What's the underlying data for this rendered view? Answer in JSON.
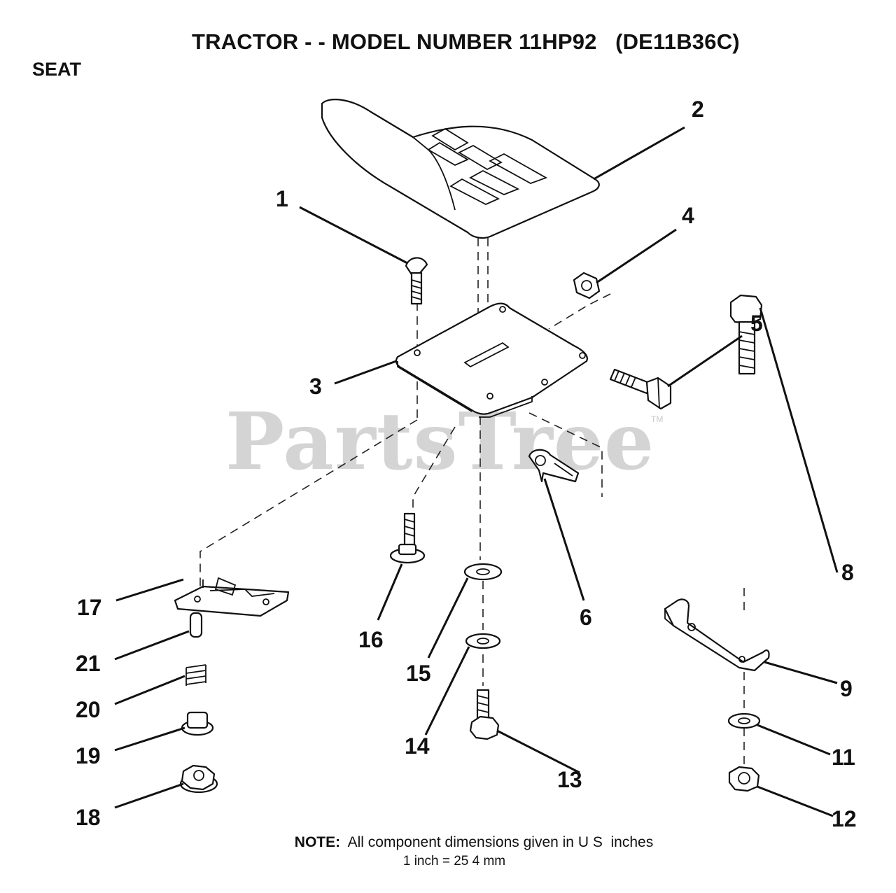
{
  "header": {
    "title": "TRACTOR - - MODEL NUMBER 11HP92   (DE11B36C)",
    "section": "SEAT"
  },
  "watermark": {
    "text": "PartsTree",
    "tm": "TM"
  },
  "callouts": {
    "c1": "1",
    "c2": "2",
    "c3": "3",
    "c4": "4",
    "c5": "5",
    "c6": "6",
    "c8": "8",
    "c9": "9",
    "c11": "11",
    "c12": "12",
    "c13": "13",
    "c14": "14",
    "c15": "15",
    "c16": "16",
    "c17": "17",
    "c18": "18",
    "c19": "19",
    "c20": "20",
    "c21": "21"
  },
  "note": {
    "label": "NOTE:",
    "line1": "  All component dimensions given in U S  inches",
    "line2": "1 inch = 25 4 mm"
  }
}
